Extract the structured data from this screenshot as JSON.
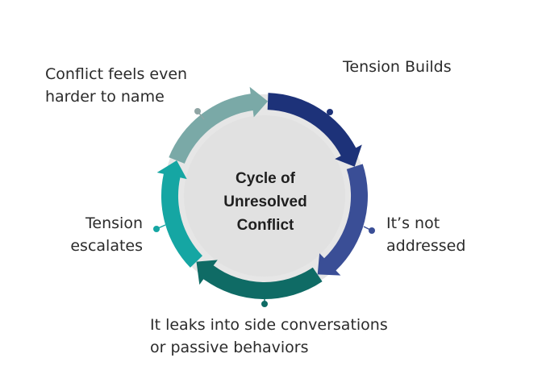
{
  "diagram": {
    "center_title": [
      "Cycle of",
      "Unresolved",
      "Conflict"
    ],
    "colors": {
      "outer_ring": "#e6e6e6",
      "inner_circle": "#e1e1e1",
      "arc_top": "#1d3279",
      "arc_right": "#3a4e96",
      "arc_bottom": "#0f6b65",
      "arc_left": "#15a6a3",
      "arc_upper_left": "#7aa9a7",
      "text": "#2b2b2b"
    },
    "stages": [
      {
        "id": "tension-builds",
        "lines": [
          "Tension Builds"
        ],
        "color": "#1d3279"
      },
      {
        "id": "not-addressed",
        "lines": [
          "It’s not",
          "addressed"
        ],
        "color": "#3a4e96"
      },
      {
        "id": "leaks",
        "lines": [
          "It leaks into side conversations",
          "or passive behaviors"
        ],
        "color": "#0f6b65"
      },
      {
        "id": "escalates",
        "lines": [
          "Tension",
          "escalates"
        ],
        "color": "#15a6a3"
      },
      {
        "id": "harder-to-name",
        "lines": [
          "Conflict feels even",
          "harder to name"
        ],
        "color": "#7aa9a7"
      }
    ]
  }
}
